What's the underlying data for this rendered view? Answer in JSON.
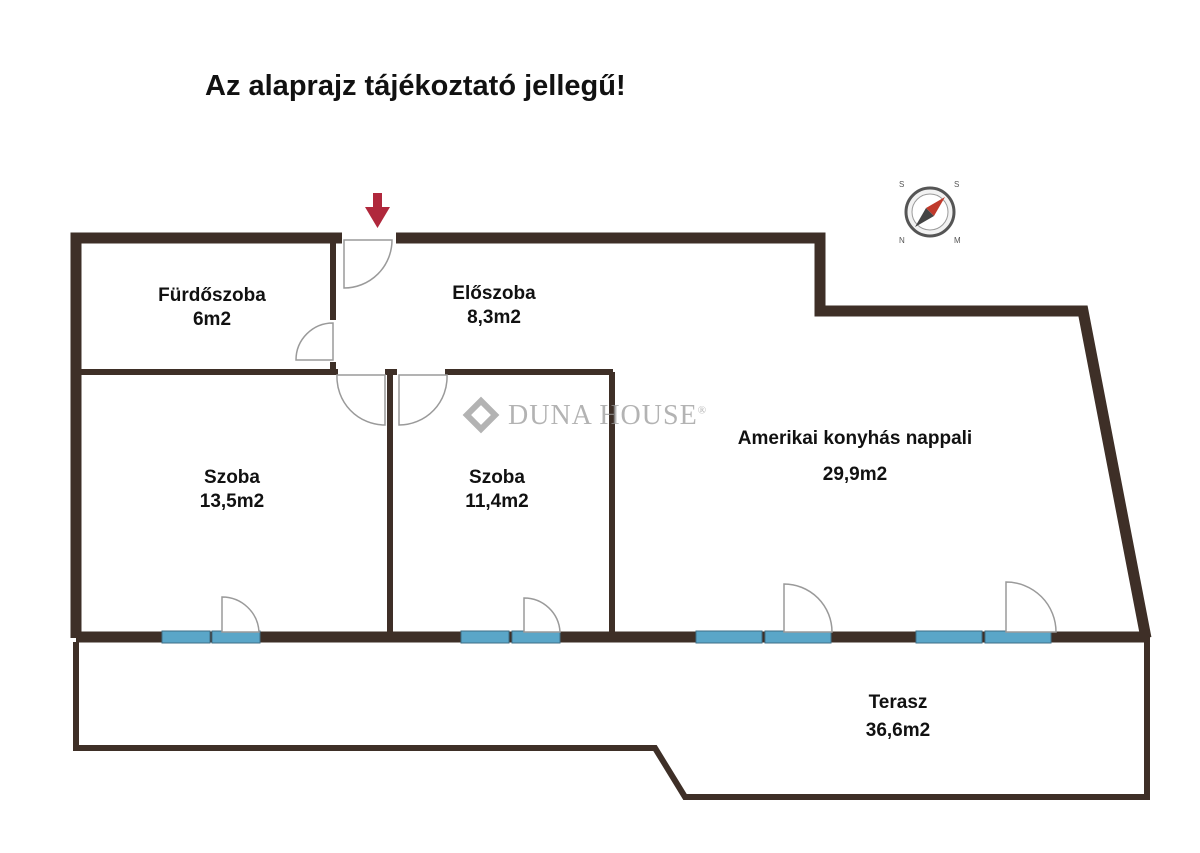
{
  "title": "Az alaprajz tájékoztató jellegű!",
  "watermark": "DUNA HOUSE",
  "watermark_mark": "®",
  "rooms": [
    {
      "name": "Fürdőszoba",
      "area": "6m2"
    },
    {
      "name": "Előszoba",
      "area": "8,3m2"
    },
    {
      "name": "Szoba",
      "area": "13,5m2"
    },
    {
      "name": "Szoba",
      "area": "11,4m2"
    },
    {
      "name": "Amerikai konyhás nappali",
      "area": "29,9m2"
    },
    {
      "name": "Terasz",
      "area": "36,6m2"
    }
  ],
  "compass_letters": [
    "S",
    "S",
    "N",
    "M"
  ],
  "colors": {
    "wall": "#3e2f27",
    "window": "#5aa6c8",
    "entrance_arrow": "#b0283c",
    "door": "#9a9a9a"
  }
}
